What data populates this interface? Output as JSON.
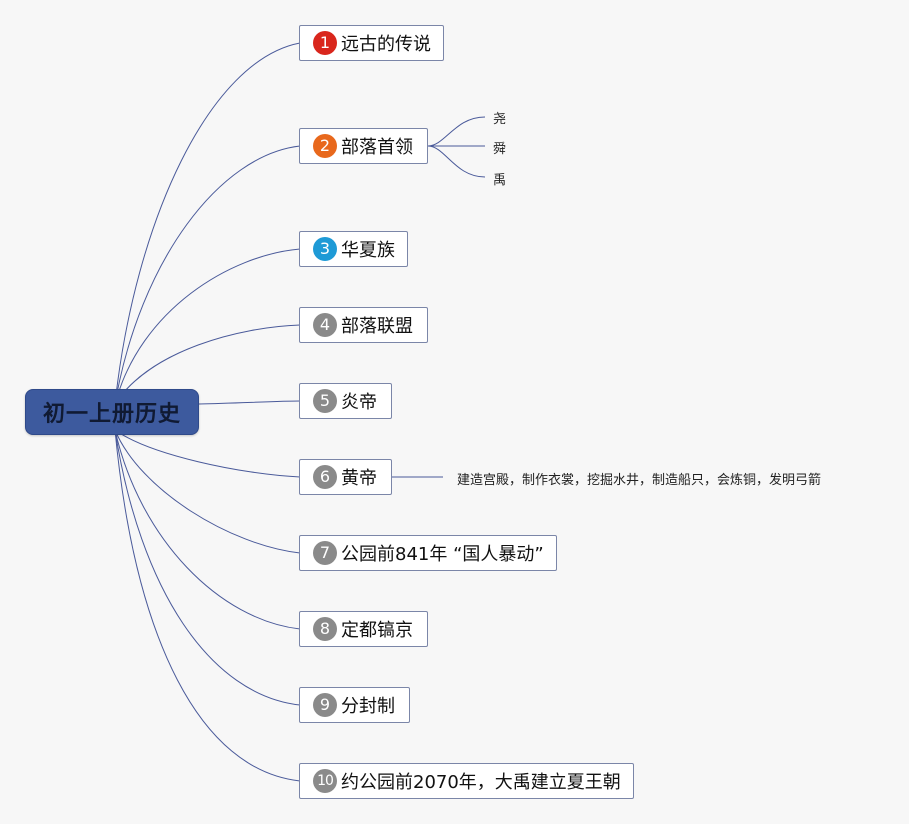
{
  "root": {
    "label": "初一上册历史"
  },
  "colors": {
    "line": "#4a5a9a",
    "root_bg": "#3d5a9e",
    "marker_1": "#d9261c",
    "marker_2": "#e8681c",
    "marker_3": "#1e9ad6",
    "marker_default": "#8a8a8a"
  },
  "topics": [
    {
      "num": "1",
      "label": "远古的传说"
    },
    {
      "num": "2",
      "label": "部落首领",
      "children": [
        "尧",
        "舜",
        "禹"
      ]
    },
    {
      "num": "3",
      "label": "华夏族"
    },
    {
      "num": "4",
      "label": "部落联盟"
    },
    {
      "num": "5",
      "label": "炎帝"
    },
    {
      "num": "6",
      "label": "黄帝",
      "children": [
        "建造宫殿，制作衣裳，挖掘水井，制造船只，会炼铜，发明弓箭"
      ]
    },
    {
      "num": "7",
      "label": "公园前841年 “国人暴动”"
    },
    {
      "num": "8",
      "label": "定都镐京"
    },
    {
      "num": "9",
      "label": "分封制"
    },
    {
      "num": "10",
      "label": "约公园前2070年，大禹建立夏王朝"
    }
  ]
}
